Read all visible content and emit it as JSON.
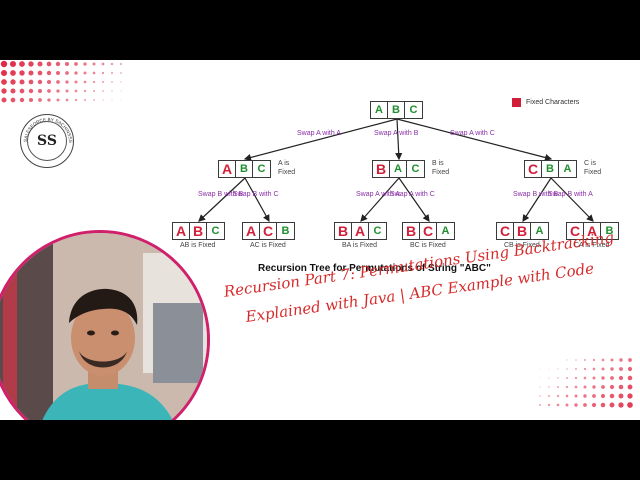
{
  "nodes": [
    {
      "id": "root",
      "cells": [
        "A",
        "B",
        "C"
      ],
      "colors": [
        "#1f8f2e",
        "#1f8f2e",
        "#1f8f2e"
      ],
      "caption": ""
    },
    {
      "id": "l1a",
      "cells": [
        "A",
        "B",
        "C"
      ],
      "colors": [
        "#d11f3a",
        "#1f8f2e",
        "#1f8f2e"
      ],
      "caption": "",
      "note": "A is Fixed"
    },
    {
      "id": "l1b",
      "cells": [
        "B",
        "A",
        "C"
      ],
      "colors": [
        "#d11f3a",
        "#1f8f2e",
        "#1f8f2e"
      ],
      "caption": "",
      "note": "B is Fixed"
    },
    {
      "id": "l1c",
      "cells": [
        "C",
        "B",
        "A"
      ],
      "colors": [
        "#d11f3a",
        "#1f8f2e",
        "#1f8f2e"
      ],
      "caption": "",
      "note": "C is Fixed"
    },
    {
      "id": "l2a",
      "cells": [
        "A",
        "B",
        "C"
      ],
      "colors": [
        "#d11f3a",
        "#d11f3a",
        "#1f8f2e"
      ],
      "caption": "AB is Fixed"
    },
    {
      "id": "l2b",
      "cells": [
        "A",
        "C",
        "B"
      ],
      "colors": [
        "#d11f3a",
        "#d11f3a",
        "#1f8f2e"
      ],
      "caption": "AC is Fixed"
    },
    {
      "id": "l2c",
      "cells": [
        "B",
        "A",
        "C"
      ],
      "colors": [
        "#d11f3a",
        "#d11f3a",
        "#1f8f2e"
      ],
      "caption": "BA is Fixed"
    },
    {
      "id": "l2d",
      "cells": [
        "B",
        "C",
        "A"
      ],
      "colors": [
        "#d11f3a",
        "#d11f3a",
        "#1f8f2e"
      ],
      "caption": "BC is Fixed"
    },
    {
      "id": "l2e",
      "cells": [
        "C",
        "B",
        "A"
      ],
      "colors": [
        "#d11f3a",
        "#d11f3a",
        "#1f8f2e"
      ],
      "caption": "CB is Fixed"
    },
    {
      "id": "l2f",
      "cells": [
        "C",
        "A",
        "B"
      ],
      "colors": [
        "#d11f3a",
        "#d11f3a",
        "#1f8f2e"
      ],
      "caption": "CA is Fixed"
    }
  ],
  "edges": [
    {
      "from": "root",
      "to": "l1a",
      "label": "Swap A with A"
    },
    {
      "from": "root",
      "to": "l1b",
      "label": "Swap A with B"
    },
    {
      "from": "root",
      "to": "l1c",
      "label": "Swap A with C"
    },
    {
      "from": "l1a",
      "to": "l2a",
      "label": "Swap B with B"
    },
    {
      "from": "l1a",
      "to": "l2b",
      "label": "Swap B with C"
    },
    {
      "from": "l1b",
      "to": "l2c",
      "label": "Swap A with A"
    },
    {
      "from": "l1b",
      "to": "l2d",
      "label": "Swap A with C"
    },
    {
      "from": "l1c",
      "to": "l2e",
      "label": "Swap B with B"
    },
    {
      "from": "l1c",
      "to": "l2f",
      "label": "Swap B with A"
    }
  ],
  "legend": {
    "label": "Fixed Characters",
    "color": "#d11f3a"
  },
  "tree_title": "Recursion Tree for Permutations of String \"ABC\"",
  "headline": {
    "line1": "Recursion Part 7: Permutations Using Backtracking",
    "line2": "Explained with Java | ABC Example with Code"
  },
  "logo": {
    "monogram": "SS",
    "ring_text": "SALESFORCE BY SACHINSSS"
  },
  "colors": {
    "fixed": "#d11f3a",
    "free": "#1f8f2e",
    "swap_label": "#8b2fa6",
    "headline": "#d62b2b",
    "photo_border": "#d01f6b"
  }
}
